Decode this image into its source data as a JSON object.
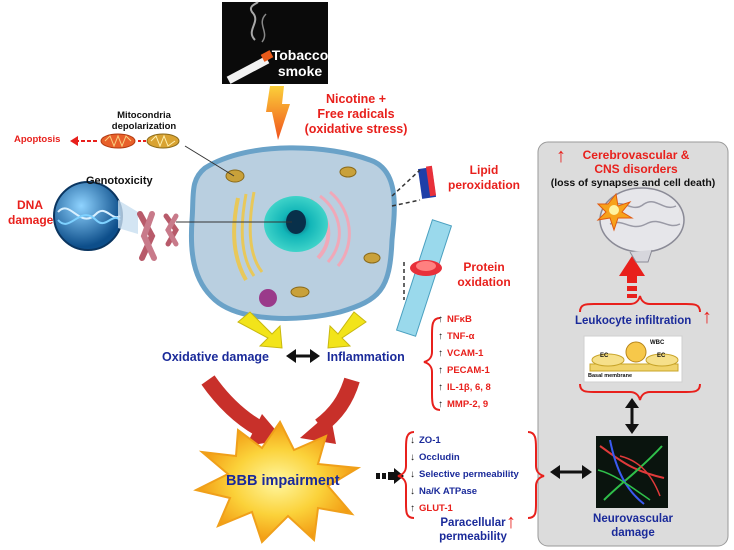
{
  "tobacco": {
    "label_line1": "Tobacco",
    "label_line2": "smoke"
  },
  "nicotine": {
    "line1": "Nicotine +",
    "line2": "Free radicals",
    "line3": "(oxidative stress)"
  },
  "mito": {
    "line1": "Mitocondria",
    "line2": "depolarization"
  },
  "apoptosis": "Apoptosis",
  "genotoxicity": "Genotoxicity",
  "dna_damage": {
    "line1": "DNA",
    "line2": "damage"
  },
  "lipid": {
    "line1": "Lipid",
    "line2": "peroxidation"
  },
  "protein": {
    "line1": "Protein",
    "line2": "oxidation"
  },
  "oxidative_damage": "Oxidative damage",
  "inflammation": "Inflammation",
  "inflammation_markers": [
    "NFκB",
    "TNF-α",
    "VCAM-1",
    "PECAM-1",
    "IL-1β, 6, 8",
    "MMP-2, 9"
  ],
  "bbb": "BBB impairment",
  "bbb_markers": [
    {
      "dir": "down",
      "label": "ZO-1"
    },
    {
      "dir": "down",
      "label": "Occludin"
    },
    {
      "dir": "down",
      "label": "Selective permeability"
    },
    {
      "dir": "down",
      "label": "Na/K ATPase"
    },
    {
      "dir": "up",
      "label": "GLUT-1"
    }
  ],
  "paracellular": {
    "line1": "Paracellular",
    "line2": "permeability"
  },
  "cns": {
    "line1": "Cerebrovascular &",
    "line2": "CNS disorders",
    "line3": "(loss of synapses and cell death)"
  },
  "leukocyte": "Leukocyte infiltration",
  "endothelium": {
    "ec_left": "EC",
    "ec_right": "EC",
    "wbc": "WBC",
    "basal": "Basal membrane"
  },
  "neurovascular": {
    "line1": "Neurovascular",
    "line2": "damage"
  },
  "colors": {
    "red": "#e8201c",
    "navy": "#1a2a9a",
    "panel": "#dcdcdc",
    "cell": "#b9cfe0",
    "arrow_yellow": "#f2e41a",
    "burst": "#f7b21b"
  }
}
